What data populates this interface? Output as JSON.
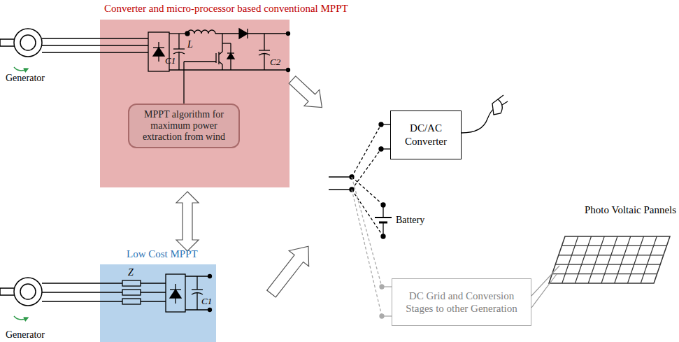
{
  "diagram": {
    "nodes": [
      {
        "text": [
          "Converter and micro-processor based conventional MPPT"
        ]
      },
      {
        "text": [
          "MPPT algorithm for maximum power extraction from wind"
        ],
        "in": 0
      },
      {
        "text": [
          "Low Cost MPPT"
        ]
      },
      {
        "text": [
          "DC/AC Converter"
        ]
      },
      {
        "text": [
          "DC Grid and Conversion Stages to other Generation"
        ]
      }
    ],
    "edges": [
      {
        "from": 0,
        "to": 2,
        "arrow": "both"
      }
    ],
    "labels": [
      "L",
      "C1",
      "C2",
      "Generator",
      "Z",
      "C1",
      "Generator",
      "Battery",
      "Photo Voltaic Pannels"
    ]
  }
}
